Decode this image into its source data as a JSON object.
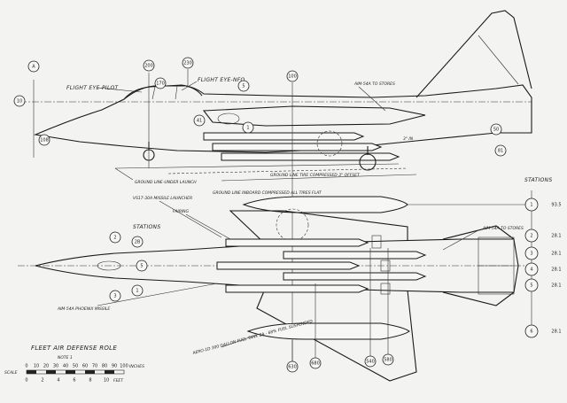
{
  "drawing": {
    "title": "FLEET AIR DEFENSE ROLE",
    "note": "NOTE 1",
    "scale_label": "SCALE",
    "scale_inches_label": "INCHES",
    "scale_feet_label": "FEET",
    "scale_inch_ticks": [
      "0",
      "10",
      "20",
      "30",
      "40",
      "50",
      "60",
      "70",
      "80",
      "90",
      "100"
    ],
    "scale_feet_ticks": [
      "0",
      "2",
      "4",
      "6",
      "8",
      "10"
    ]
  },
  "callouts": {
    "flight_eye_pilot": "FLIGHT EYE-PILOT",
    "flight_eye_nfo": "FLIGHT EYE-NFO",
    "aim54_to_stores": "AIM-54A TO STORES",
    "ground_line_under_launch": "GROUND LINE-UNDER LAUNCH",
    "ground_line_aft_compressed": "GROUND LINE TIRE COMPRESSED 3\" OFFSET",
    "ground_line_inboard_2": "GROUND LINE INBOARD COMPRESSED ALL TIRES FLAT",
    "vs17_launcher": "VS17-30A MISSILE LAUNCHER",
    "fairing": "FAIRING",
    "stations": "STATIONS",
    "stations_right": "STATIONS",
    "aim54_to_stores_plan": "AIM-54A TO STORES",
    "aim54a_phoenix": "AIM-54A PHOENIX MISSILE",
    "fuel_tank": "AERO-1D 300 GALLON FUEL TANK 2A - 68% FUEL SUSPENDED",
    "dim_3_in": "3\" IN"
  },
  "side_bubbles": [
    "200",
    "170",
    "230",
    "5",
    "100"
  ],
  "side_bubbles_lower": [
    "41",
    "1",
    "50",
    "81",
    "108"
  ],
  "left_stations": [
    "2",
    "5",
    "3",
    "2B",
    "1"
  ],
  "right_stations": [
    "1",
    "2",
    "3",
    "4",
    "5",
    "6"
  ],
  "right_station_values": [
    "93.5",
    "28.1",
    "28.1",
    "28.1",
    "28.1",
    "28.1"
  ],
  "bottom_stations": [
    "630",
    "680",
    "540",
    "580"
  ],
  "top_left_bubbles": [
    "A",
    "10"
  ]
}
